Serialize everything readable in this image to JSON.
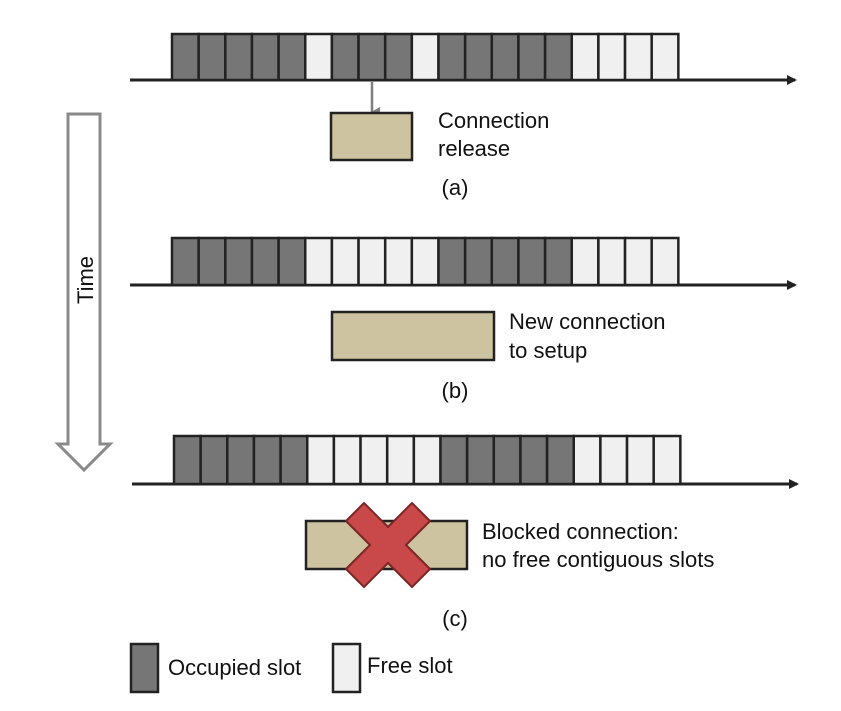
{
  "time_label": "Time",
  "colors": {
    "occupied": "#767676",
    "free": "#f0f0f0",
    "connection_box": "#cdc3a0",
    "cross": "#c9494b",
    "arrow": "#7f7f7f"
  },
  "panels": [
    {
      "caption": "(a)",
      "slots": [
        1,
        1,
        1,
        1,
        1,
        0,
        1,
        1,
        1,
        0,
        1,
        1,
        1,
        1,
        1,
        0,
        0,
        0,
        0
      ],
      "connection_label_lines": [
        "Connection",
        "release"
      ],
      "blocked": false
    },
    {
      "caption": "(b)",
      "slots": [
        1,
        1,
        1,
        1,
        1,
        0,
        0,
        0,
        0,
        0,
        1,
        1,
        1,
        1,
        1,
        0,
        0,
        0,
        0
      ],
      "connection_label_lines": [
        "New connection",
        "to setup"
      ],
      "blocked": false
    },
    {
      "caption": "(c)",
      "slots": [
        1,
        1,
        1,
        1,
        1,
        0,
        0,
        0,
        0,
        0,
        1,
        1,
        1,
        1,
        1,
        0,
        0,
        0,
        0
      ],
      "connection_label_lines": [
        "Blocked connection:",
        "no free contiguous slots"
      ],
      "blocked": true
    }
  ],
  "legend": {
    "occupied_label": "Occupied slot",
    "free_label": "Free slot"
  }
}
